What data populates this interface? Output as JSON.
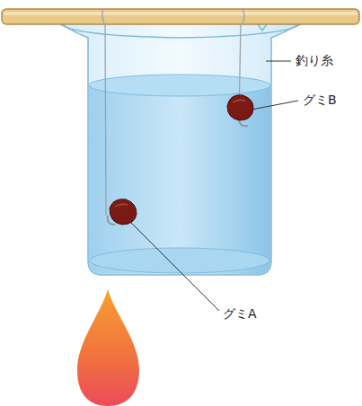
{
  "diagram": {
    "labels": [
      "釣り糸",
      "グミB",
      "グミA"
    ]
  }
}
